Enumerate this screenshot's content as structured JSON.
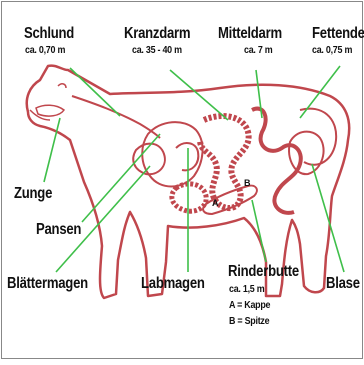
{
  "labels": {
    "schlund": {
      "name": "Schlund",
      "length": "ca. 0,70 m"
    },
    "kranzdarm": {
      "name": "Kranzdarm",
      "length": "ca. 35 - 40 m"
    },
    "mitteldarm": {
      "name": "Mitteldarm",
      "length": "ca. 7 m"
    },
    "fettende": {
      "name": "Fettende",
      "length": "ca. 0,75 m"
    },
    "zunge": {
      "name": "Zunge"
    },
    "pansen": {
      "name": "Pansen"
    },
    "blaettermagen": {
      "name": "Blättermagen"
    },
    "labmagen": {
      "name": "Labmagen"
    },
    "rinderbutte": {
      "name": "Rinderbutte",
      "length": "ca. 1,5 m",
      "a": "A = Kappe",
      "b": "B = Spitze"
    },
    "blase": {
      "name": "Blase"
    }
  },
  "markers": {
    "a": "A",
    "b": "B"
  },
  "colors": {
    "outline": "#c0474d",
    "leader": "#3fbf4a",
    "frame": "#888888",
    "text": "#111111"
  }
}
